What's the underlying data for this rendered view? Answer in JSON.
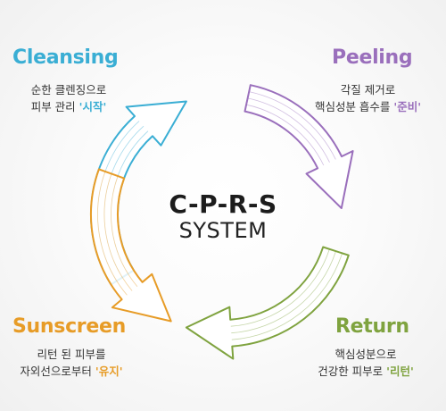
{
  "center": {
    "title": "C-P-R-S",
    "subtitle": "SYSTEM"
  },
  "colors": {
    "cleansing": "#3aaed4",
    "peeling": "#9a6fbc",
    "return": "#7fa33f",
    "sunscreen": "#e79c27"
  },
  "stages": [
    {
      "name": "Cleansing",
      "line1": "순한 클렌징으로",
      "line2_prefix": "피부 관리 ",
      "line2_highlight": "'시작'"
    },
    {
      "name": "Peeling",
      "line1": "각질 제거로",
      "line2_prefix": "핵심성분 흡수를 ",
      "line2_highlight": "'준비'"
    },
    {
      "name": "Return",
      "line1": "핵심성분으로",
      "line2_prefix": "건강한 피부로 ",
      "line2_highlight": "'리턴'"
    },
    {
      "name": "Sunscreen",
      "line1": "리턴 된 피부를",
      "line2_prefix": "자외선으로부터 ",
      "line2_highlight": "'유지'"
    }
  ]
}
